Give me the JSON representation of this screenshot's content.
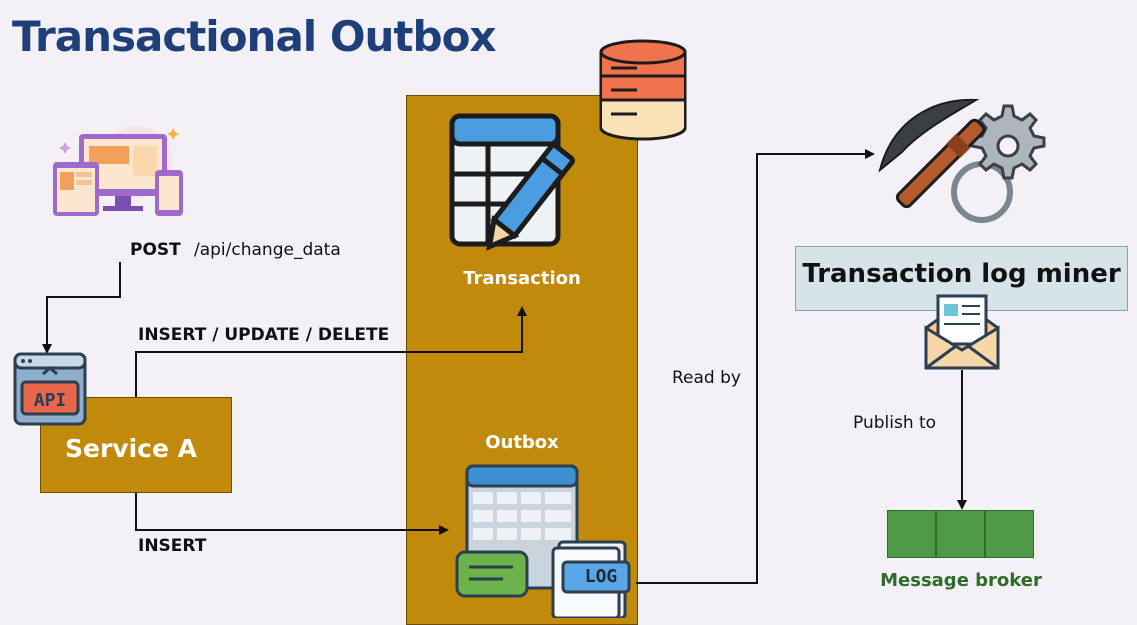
{
  "title": "Transactional Outbox",
  "client": {
    "method": "POST",
    "path": "/api/change_data"
  },
  "service": {
    "api_badge": "API",
    "label": "Service A"
  },
  "arrows": {
    "write_transaction": "INSERT / UPDATE / DELETE",
    "write_outbox": "INSERT",
    "read_by": "Read by",
    "publish_to": "Publish to"
  },
  "database": {
    "transaction_label": "Transaction",
    "outbox_label": "Outbox",
    "log_badge": "LOG"
  },
  "miner": {
    "label": "Transaction log miner"
  },
  "broker": {
    "label": "Message broker"
  },
  "colors": {
    "title": "#1f3f7a",
    "accent_gold": "#c28a0b",
    "miner_box": "#d6e3e8",
    "broker_green": "#4f9a46"
  }
}
